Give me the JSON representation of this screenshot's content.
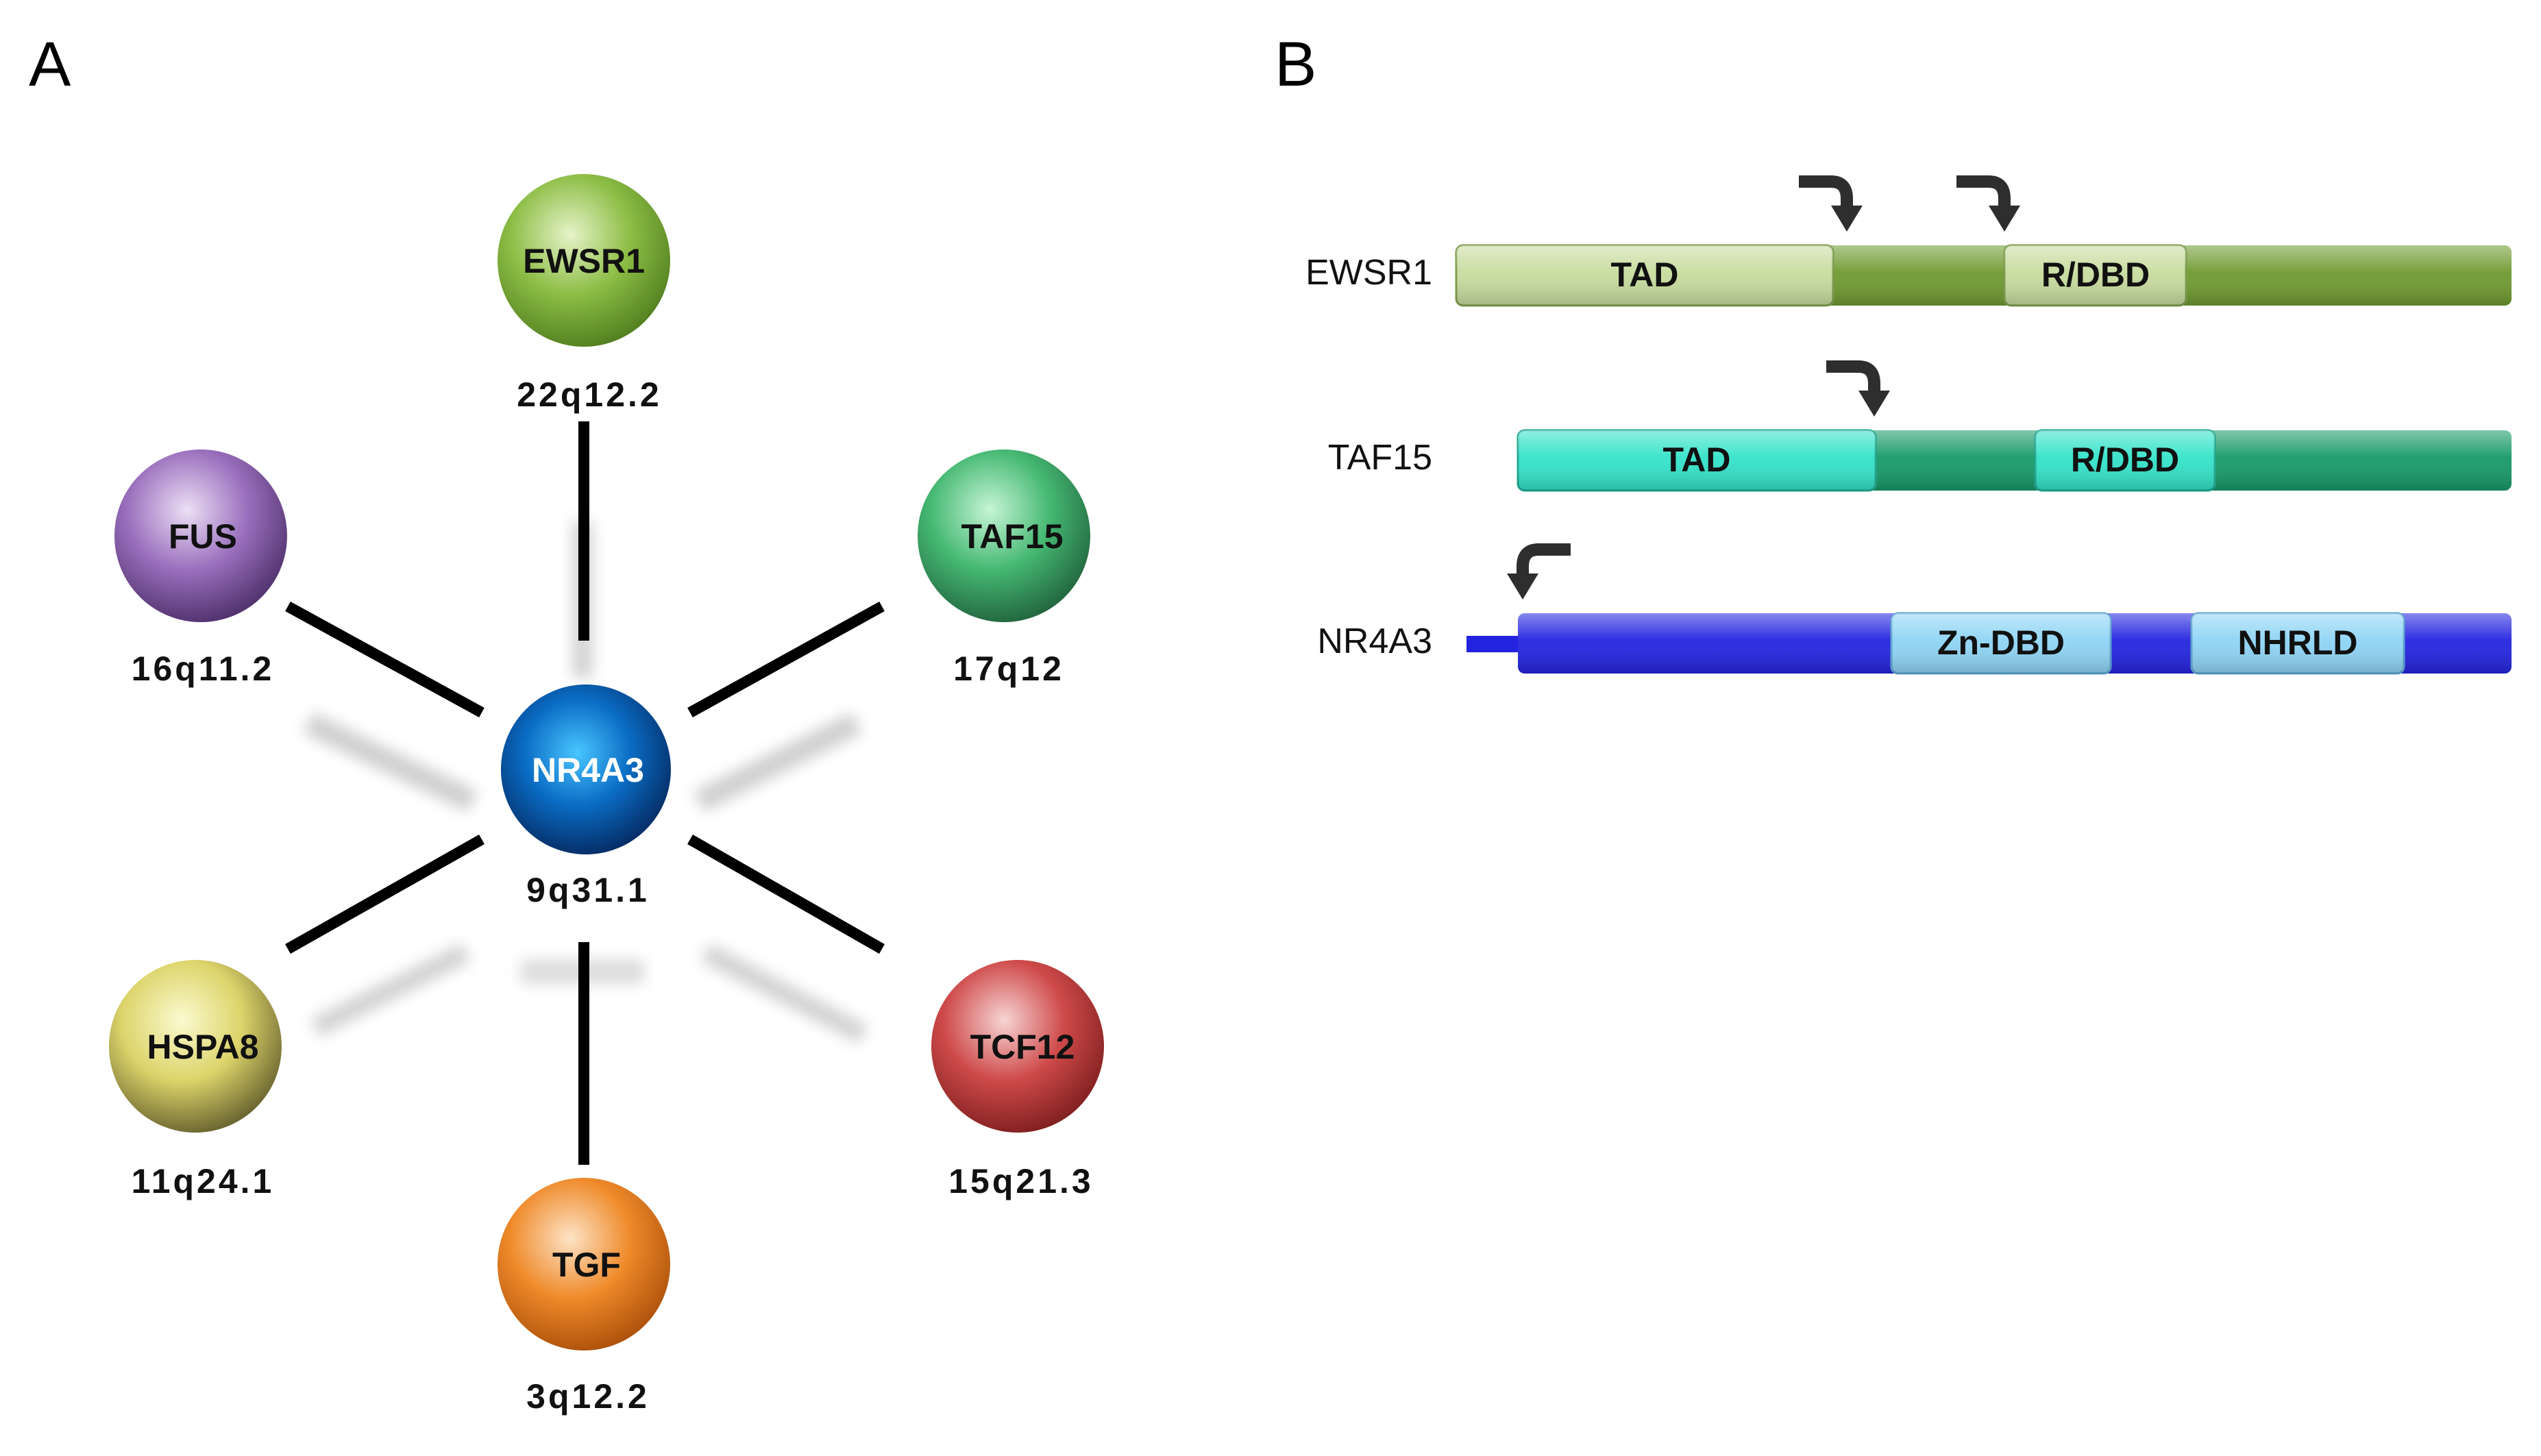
{
  "panel_a": {
    "label": "A",
    "center": {
      "name": "NR4A3",
      "locus": "9q31.1",
      "color": "#0a4fa0"
    },
    "partners": [
      {
        "name": "EWSR1",
        "locus": "22q12.2",
        "color": "#7aab3a"
      },
      {
        "name": "TAF15",
        "locus": "17q12",
        "color": "#3cb46a"
      },
      {
        "name": "TCF12",
        "locus": "15q21.3",
        "color": "#c0363a"
      },
      {
        "name": "TGF",
        "locus": "3q12.2",
        "color": "#e8761a"
      },
      {
        "name": "HSPA8",
        "locus": "11q24.1",
        "color": "#c9c25a"
      },
      {
        "name": "FUS",
        "locus": "16q11.2",
        "color": "#8a5fae"
      }
    ]
  },
  "panel_b": {
    "label": "B",
    "proteins": [
      {
        "name": "EWSR1",
        "color": "#6f9a30",
        "light": "#c7dc9e",
        "domains": [
          {
            "label": "TAD"
          },
          {
            "label": "R/DBD"
          }
        ]
      },
      {
        "name": "TAF15",
        "color": "#17996a",
        "light": "#33e3c9",
        "domains": [
          {
            "label": "TAD"
          },
          {
            "label": "R/DBD"
          }
        ]
      },
      {
        "name": "NR4A3",
        "color": "#2424e0",
        "light": "#8ed4f5",
        "domains": [
          {
            "label": "Zn-DBD"
          },
          {
            "label": "NHRLD"
          }
        ]
      }
    ]
  }
}
